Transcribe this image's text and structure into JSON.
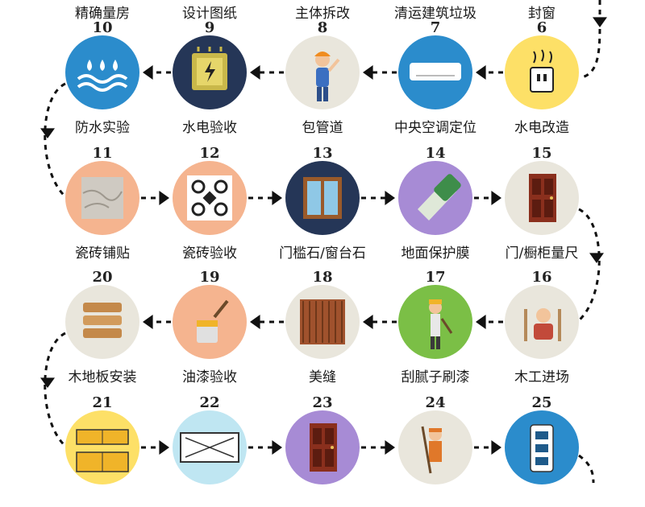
{
  "colors": {
    "arrow": "#111111",
    "blue": "#2b8ccc",
    "dark_navy": "#253657",
    "yellow": "#fde067",
    "peach": "#f5b48f",
    "light_gray": "#e9e6dc",
    "purple": "#a78bd5",
    "cyan": "#bfe6f2",
    "green": "#7bbf46"
  },
  "top_labels": [
    {
      "text": "精确量房"
    },
    {
      "text": "设计图纸"
    },
    {
      "text": "主体拆改"
    },
    {
      "text": "清运建筑垃圾"
    },
    {
      "text": "封窗"
    }
  ],
  "steps": [
    {
      "num": "6",
      "label": "水电改造",
      "bg": "#fde067",
      "icon": "socket-icon"
    },
    {
      "num": "7",
      "label": "中央空调定位",
      "bg": "#2b8ccc",
      "icon": "air-conditioner-icon"
    },
    {
      "num": "8",
      "label": "包管道",
      "bg": "#e9e6dc",
      "icon": "worker-icon"
    },
    {
      "num": "9",
      "label": "水电验收",
      "bg": "#253657",
      "icon": "electric-box-icon"
    },
    {
      "num": "10",
      "label": "防水实验",
      "bg": "#2b8ccc",
      "icon": "water-drops-icon"
    },
    {
      "num": "11",
      "label": "瓷砖铺贴",
      "bg": "#f5b48f",
      "icon": "marble-tile-icon"
    },
    {
      "num": "12",
      "label": "瓷砖验收",
      "bg": "#f5b48f",
      "icon": "pattern-tile-icon"
    },
    {
      "num": "13",
      "label": "门槛石/窗台石",
      "bg": "#253657",
      "icon": "window-icon"
    },
    {
      "num": "14",
      "label": "地面保护膜",
      "bg": "#a78bd5",
      "icon": "film-roll-icon"
    },
    {
      "num": "15",
      "label": "门/橱柜量尺",
      "bg": "#e9e6dc",
      "icon": "door-icon"
    },
    {
      "num": "16",
      "label": "木工进场",
      "bg": "#e9e6dc",
      "icon": "carpenter-icon"
    },
    {
      "num": "17",
      "label": "刮腻子刷漆",
      "bg": "#7bbf46",
      "icon": "painter-icon"
    },
    {
      "num": "18",
      "label": "美缝",
      "bg": "#e9e6dc",
      "icon": "grout-panel-icon"
    },
    {
      "num": "19",
      "label": "油漆验收",
      "bg": "#f5b48f",
      "icon": "paint-bucket-icon"
    },
    {
      "num": "20",
      "label": "木地板安装",
      "bg": "#e9e6dc",
      "icon": "wood-planks-icon"
    },
    {
      "num": "21",
      "label": "",
      "bg": "#fde067",
      "icon": "kitchen-cabinet-icon"
    },
    {
      "num": "22",
      "label": "",
      "bg": "#bfe6f2",
      "icon": "ceiling-icon"
    },
    {
      "num": "23",
      "label": "",
      "bg": "#a78bd5",
      "icon": "door-icon"
    },
    {
      "num": "24",
      "label": "",
      "bg": "#e9e6dc",
      "icon": "cleaner-icon"
    },
    {
      "num": "25",
      "label": "",
      "bg": "#2b8ccc",
      "icon": "power-strip-icon"
    }
  ]
}
